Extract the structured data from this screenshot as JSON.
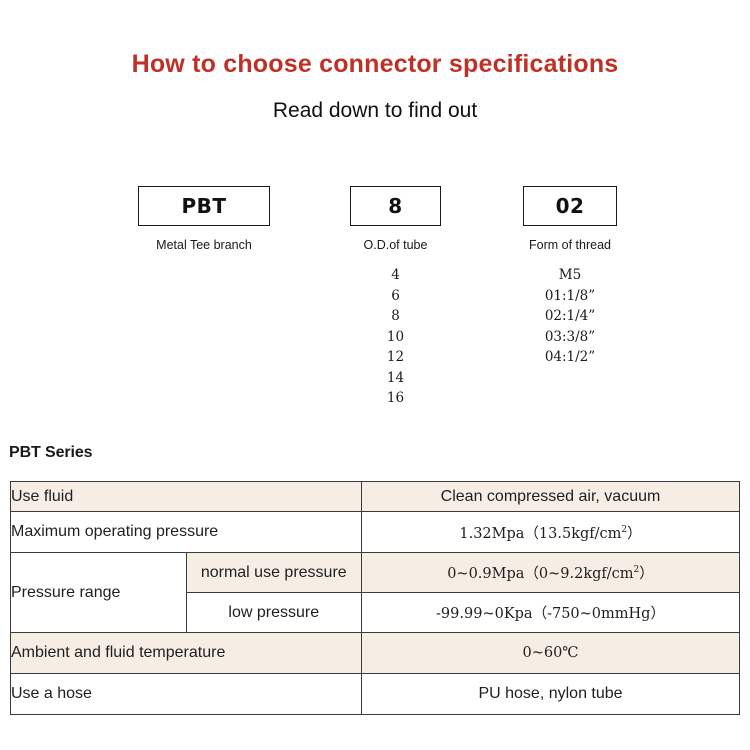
{
  "header": {
    "title": "How to choose connector specifications",
    "subtitle": "Read down to find out",
    "title_color": "#bf3127"
  },
  "code_breakdown": {
    "groups": [
      {
        "code": "PBT",
        "caption": "Metal Tee branch",
        "options": []
      },
      {
        "code": "8",
        "caption": "O.D.of tube",
        "options": [
          "4",
          "6",
          "8",
          "10",
          "12",
          "14",
          "16"
        ]
      },
      {
        "code": "02",
        "caption": "Form of thread",
        "options": [
          "M5",
          "01:1/8”",
          "02:1/4”",
          "03:3/8”",
          "04:1/2”"
        ]
      }
    ]
  },
  "spec_section": {
    "heading": "PBT Series",
    "row_shade_color": "#f6eee5",
    "rows": [
      {
        "label": "Use fluid",
        "sub_label": null,
        "value": "Clean compressed air, vacuum",
        "shaded": true
      },
      {
        "label": "Maximum operating pressure",
        "sub_label": null,
        "value": "1.32Mpa（13.5kgf/cm²）",
        "shaded": false
      },
      {
        "label": "Pressure range",
        "sub_label": "normal use pressure",
        "value": "0~0.9Mpa（0~9.2kgf/cm²）",
        "shaded": true
      },
      {
        "label": "",
        "sub_label": "low pressure",
        "value": "-99.99~0Kpa（-750~0mmHg）",
        "shaded": false
      },
      {
        "label": "Ambient and fluid temperature",
        "sub_label": null,
        "value": "0~60℃",
        "shaded": true
      },
      {
        "label": "Use a hose",
        "sub_label": null,
        "value": "PU hose, nylon tube",
        "shaded": false
      }
    ]
  }
}
